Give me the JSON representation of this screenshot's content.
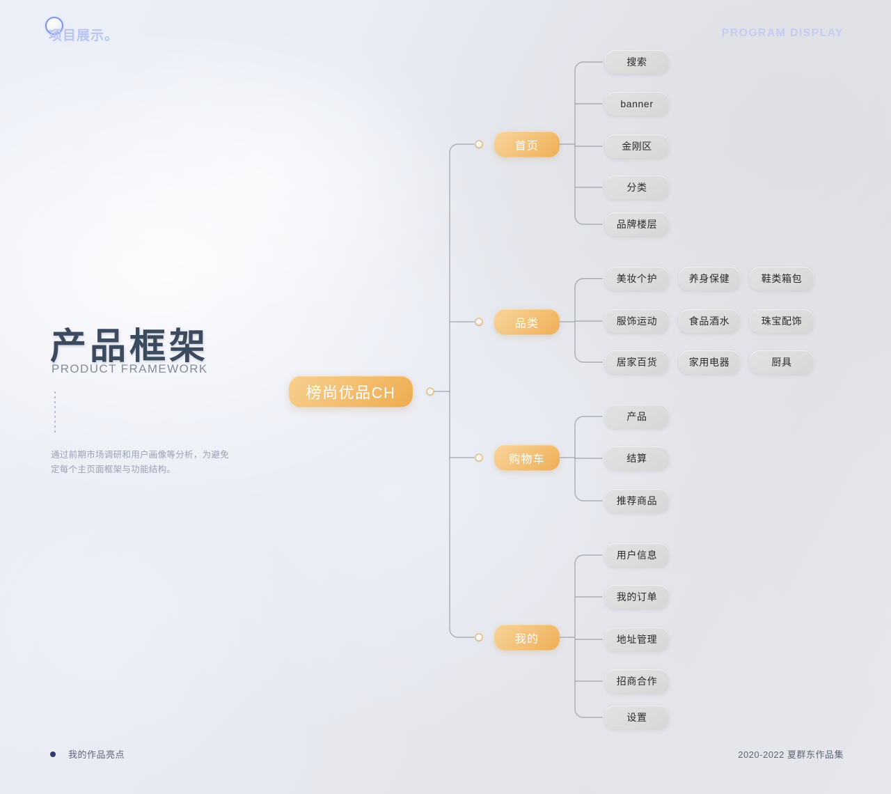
{
  "header": {
    "logo_text": "项目展示。",
    "logo_icon": "circle-ring-icon",
    "right_label": "PROGRAM DISPLAY"
  },
  "left_panel": {
    "title_cn": "产品框架",
    "title_en": "PRODUCT FRAMEWORK",
    "description": "通过前期市场调研和用户画像等分析，为避免定每个主页面框架与功能结构。"
  },
  "footer": {
    "left_label": "我的作品亮点",
    "left_bullet_color": "#2f3c6b",
    "right_label": "2020-2022 夏群东作品集"
  },
  "colors": {
    "accent_orange": "#eeab4f",
    "leaf_gray": "#dcdcdc",
    "title_navy": "#3c4a5e",
    "logo_blue": "#b9c4ef",
    "wire_gray": "#9fa3ac"
  },
  "mindmap": {
    "root": {
      "label": "榜尚优品CH"
    },
    "branches": [
      {
        "label": "首页",
        "layout": "single-column",
        "children": [
          {
            "label": "搜索"
          },
          {
            "label": "banner"
          },
          {
            "label": "金刚区"
          },
          {
            "label": "分类"
          },
          {
            "label": "品牌楼层"
          }
        ]
      },
      {
        "label": "品类",
        "layout": "grid-3x3",
        "children": [
          {
            "label": "美妆个护"
          },
          {
            "label": "养身保健"
          },
          {
            "label": "鞋类箱包"
          },
          {
            "label": "服饰运动"
          },
          {
            "label": "食品酒水"
          },
          {
            "label": "珠宝配饰"
          },
          {
            "label": "居家百货"
          },
          {
            "label": "家用电器"
          },
          {
            "label": "厨具"
          }
        ]
      },
      {
        "label": "购物车",
        "layout": "single-column",
        "children": [
          {
            "label": "产品"
          },
          {
            "label": "结算"
          },
          {
            "label": "推荐商品"
          }
        ]
      },
      {
        "label": "我的",
        "layout": "single-column",
        "children": [
          {
            "label": "用户信息"
          },
          {
            "label": "我的订单"
          },
          {
            "label": "地址管理"
          },
          {
            "label": "招商合作"
          },
          {
            "label": "设置"
          }
        ]
      }
    ]
  }
}
